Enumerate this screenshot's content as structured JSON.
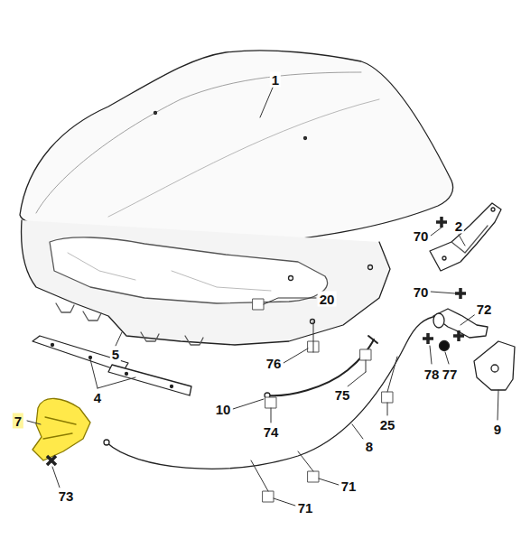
{
  "diagram": {
    "labels": [
      "1",
      "2",
      "70",
      "70",
      "20",
      "72",
      "5",
      "76",
      "78",
      "77",
      "4",
      "75",
      "10",
      "9",
      "25",
      "74",
      "8",
      "7",
      "73",
      "71",
      "71"
    ]
  }
}
